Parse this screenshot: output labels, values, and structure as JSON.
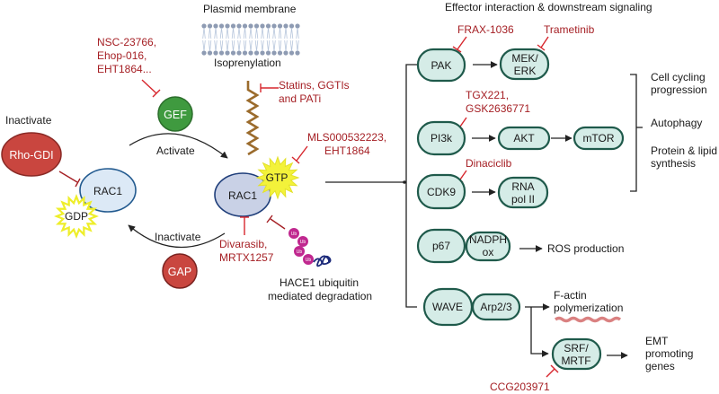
{
  "colors": {
    "inhibitor_text": "#a51f24",
    "inhibitor_line": "#d7262d",
    "effector_fill": "#d5ece7",
    "effector_stroke": "#1f5a4b",
    "gef": "#3f9a3f",
    "gap": "#c9463f",
    "rho_gdi": "#c9463f",
    "rac1_inactive": "#dce9f6",
    "rac1_active": "#c9d1e6",
    "nucleotide_star": "#f3f23a",
    "ubiquitin": "#c0288f"
  },
  "membrane": {
    "title": "Plasmid membrane",
    "label": "Isoprenylation"
  },
  "left_cycle": {
    "inactivate_label": "Inactivate",
    "rho_gdi": "Rho-GDI",
    "rac1_inactive": "RAC1",
    "gdp": "GDP",
    "gef": "GEF",
    "activate_label": "Activate",
    "inactivate_arrow_label": "Inactivate",
    "gap": "GAP",
    "rac1_active": "RAC1",
    "gtp": "GTP"
  },
  "inhibitors": {
    "gef_inhibitors": [
      "NSC-23766,",
      "Ehop-016,",
      "EHT1864..."
    ],
    "isoprenylation_inhibitors": [
      "Statins, GGTIs",
      "and PATi"
    ],
    "gtp_inhibitors": [
      "MLS000532223,",
      "EHT1864"
    ],
    "rac1_inhibitors": [
      "Divarasib,",
      "MRTX1257"
    ],
    "pak": "FRAX-1036",
    "mek": "Trametinib",
    "pi3k": [
      "TGX221,",
      "GSK2636771"
    ],
    "cdk9": "Dinaciclib",
    "srf": "CCG203971"
  },
  "degradation": {
    "ub_labels": [
      "Ub",
      "Ub",
      "Ub",
      "Ub"
    ],
    "label": [
      "HACE1 ubiquitin",
      "mediated degradation"
    ]
  },
  "effectors": {
    "title": "Effector interaction & downstream signaling",
    "pak": "PAK",
    "mek_erk": [
      "MEK/",
      "ERK"
    ],
    "pi3k": "PI3k",
    "akt": "AKT",
    "mtor": "mTOR",
    "cdk9": "CDK9",
    "rna_pol": [
      "RNA",
      "pol II"
    ],
    "p67": "p67",
    "nadph": [
      "NADPH",
      "ox"
    ],
    "ros": "ROS production",
    "wave": "WAVE",
    "arp": "Arp2/3",
    "factin": [
      "F-actin",
      "polymerization"
    ],
    "srf_mrtf": [
      "SRF/",
      "MRTF"
    ],
    "emt": [
      "EMT",
      "promoting",
      "genes"
    ]
  },
  "outcomes": {
    "cell_cycle": [
      "Cell cycling",
      "progression"
    ],
    "autophagy": "Autophagy",
    "synthesis": [
      "Protein & lipid",
      "synthesis"
    ]
  }
}
